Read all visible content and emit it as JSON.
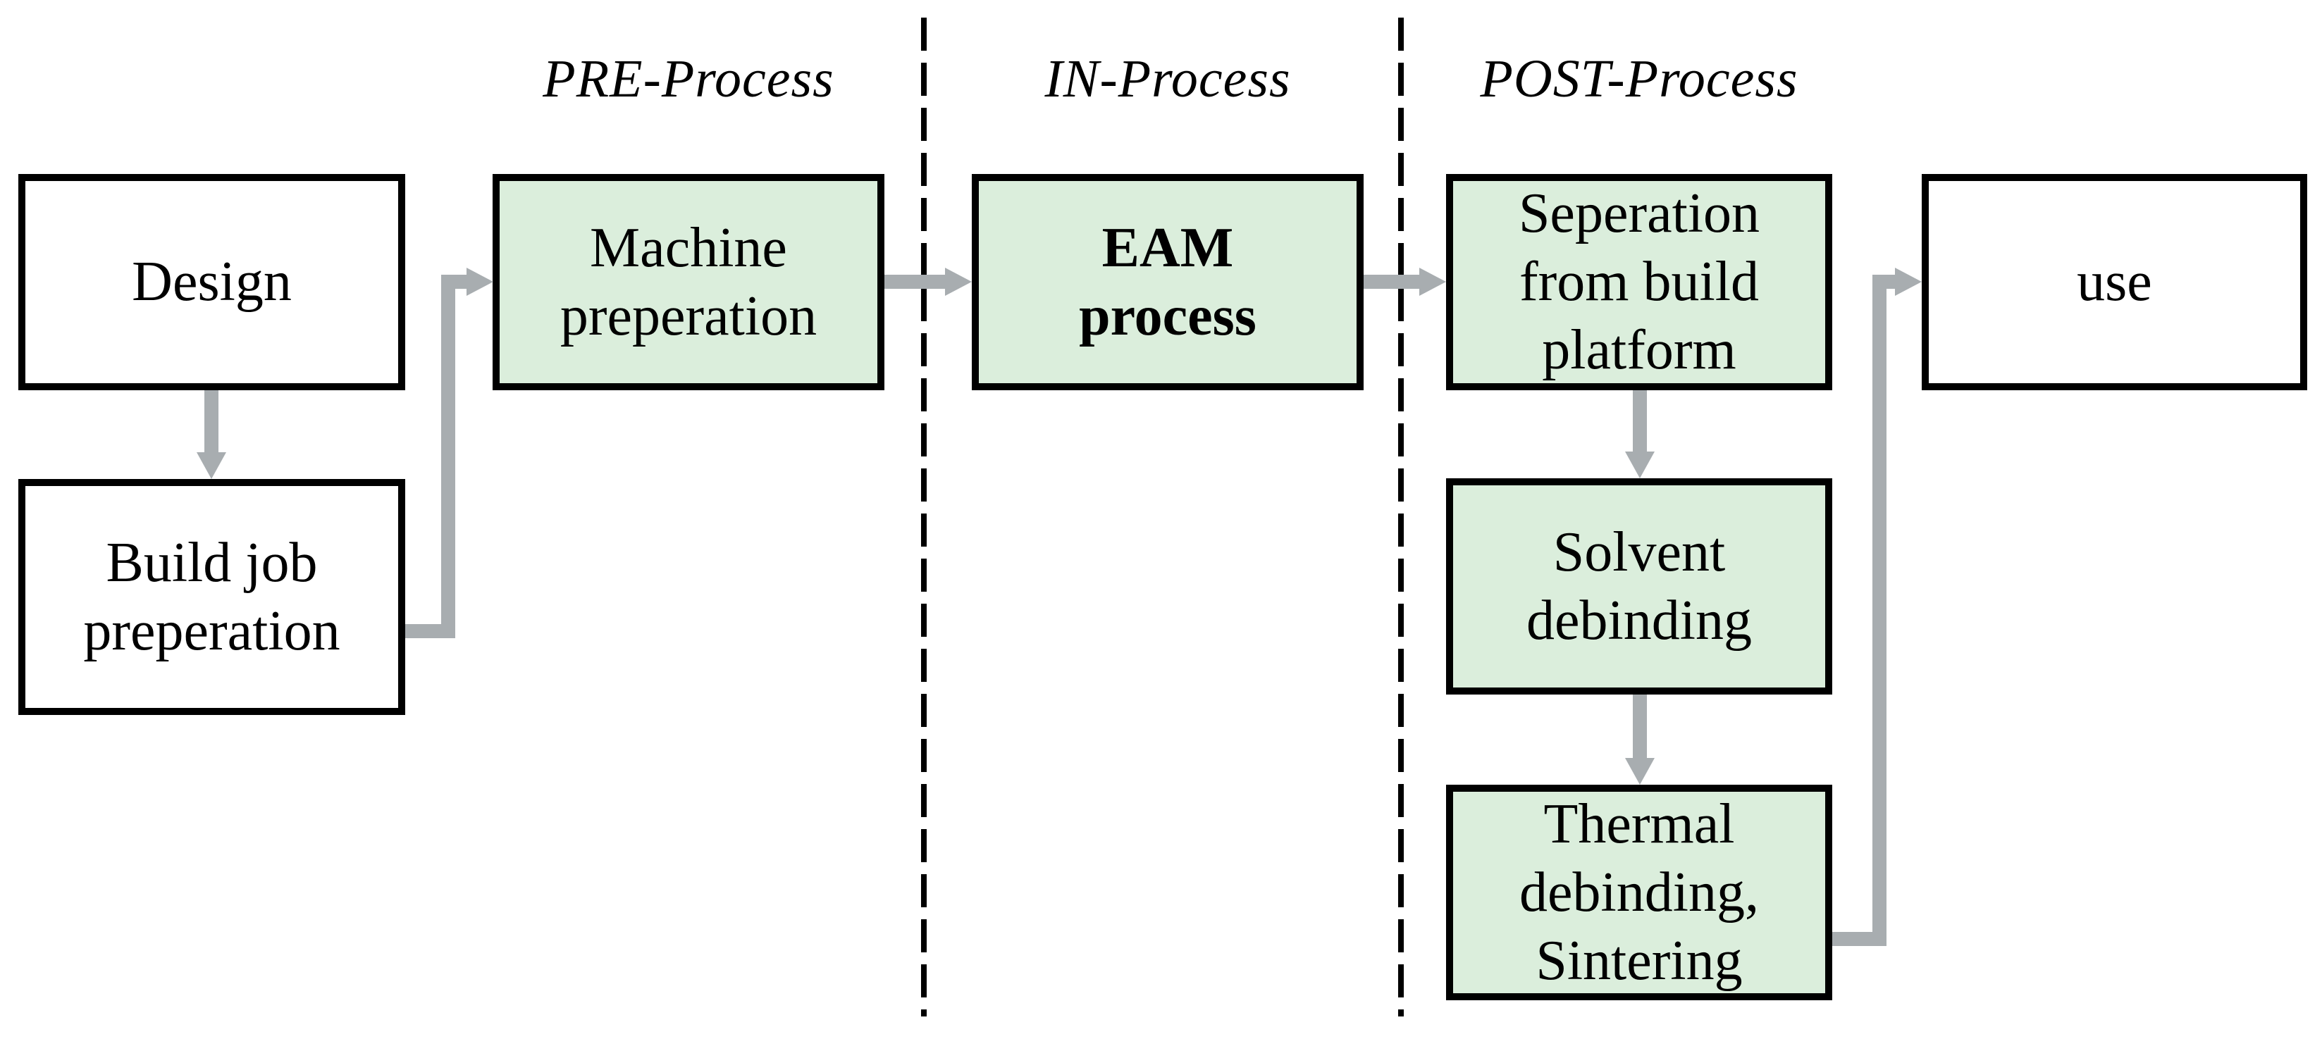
{
  "diagram": {
    "phase_labels": {
      "pre": "PRE-Process",
      "in": "IN-Process",
      "post": "POST-Process"
    },
    "boxes": {
      "design": {
        "label": "Design"
      },
      "build_job": {
        "label": "Build job\npreperation"
      },
      "machine": {
        "label": "Machine\npreperation"
      },
      "eam": {
        "label": "EAM\nprocess"
      },
      "separation": {
        "label": "Seperation\nfrom build\nplatform"
      },
      "solvent": {
        "label": "Solvent\ndebinding"
      },
      "thermal": {
        "label": "Thermal\ndebinding,\nSintering"
      },
      "use": {
        "label": "use"
      }
    },
    "colors": {
      "process_fill": "#dbeedc",
      "plain_fill": "#ffffff",
      "border": "#000000",
      "arrow": "#a8adb0",
      "text": "#000000"
    }
  }
}
